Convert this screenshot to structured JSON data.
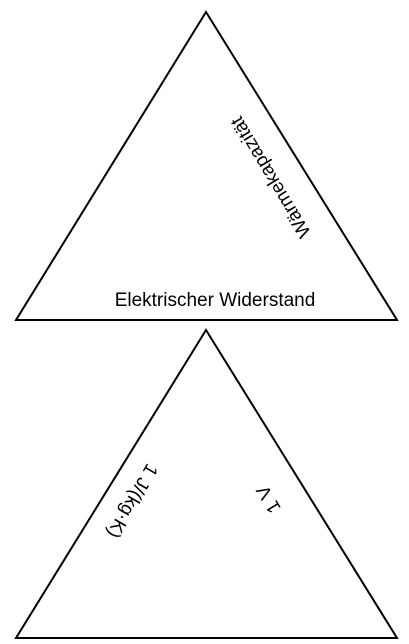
{
  "cards": [
    {
      "labels": {
        "bottom": "Elektrischer Widerstand",
        "right": "Wärmekapazität"
      }
    },
    {
      "labels": {
        "left": "1 J/(kg·K)",
        "right": "1 V"
      }
    }
  ]
}
